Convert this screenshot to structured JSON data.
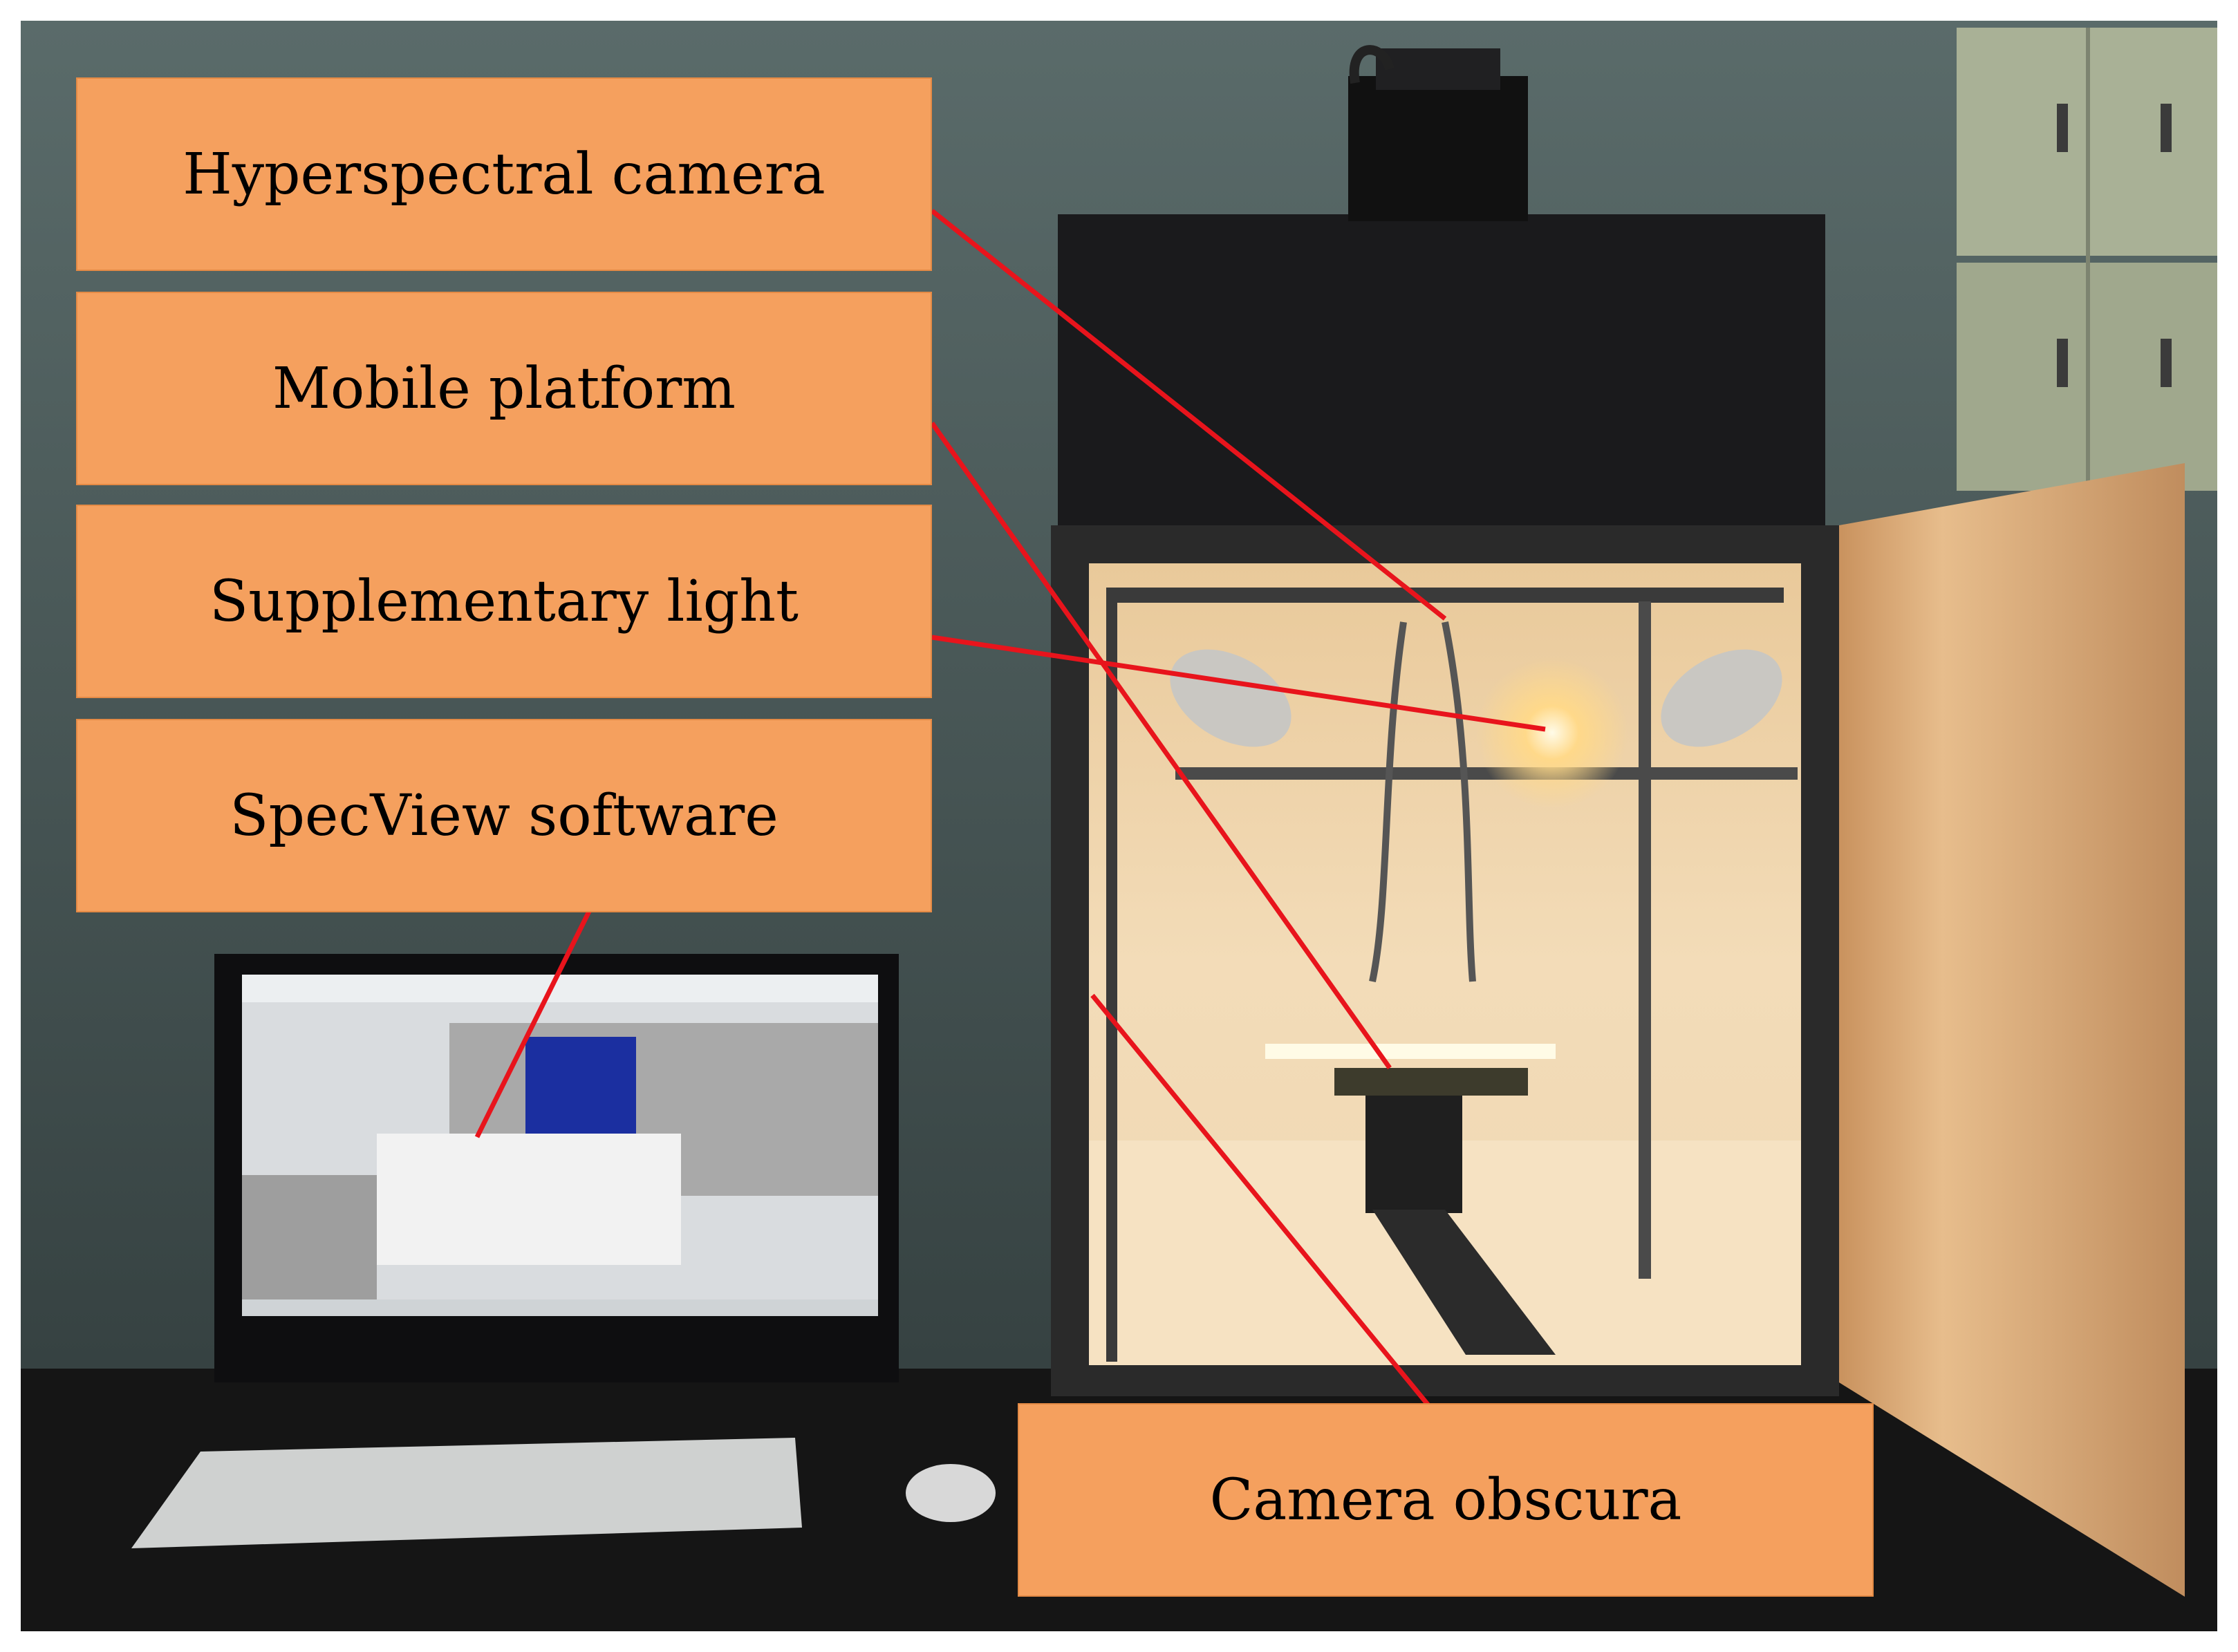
{
  "labels": {
    "camera": "Hyperspectral camera",
    "platform": "Mobile platform",
    "light": "Supplementary light",
    "software": "SpecView software",
    "obscura": "Camera obscura"
  },
  "colors": {
    "label_fill": "#f5a05e",
    "leader_line": "#e8141c",
    "wall": "#4a5a5c",
    "box_interior": "#f2dcb6",
    "door": "#d8a874"
  }
}
